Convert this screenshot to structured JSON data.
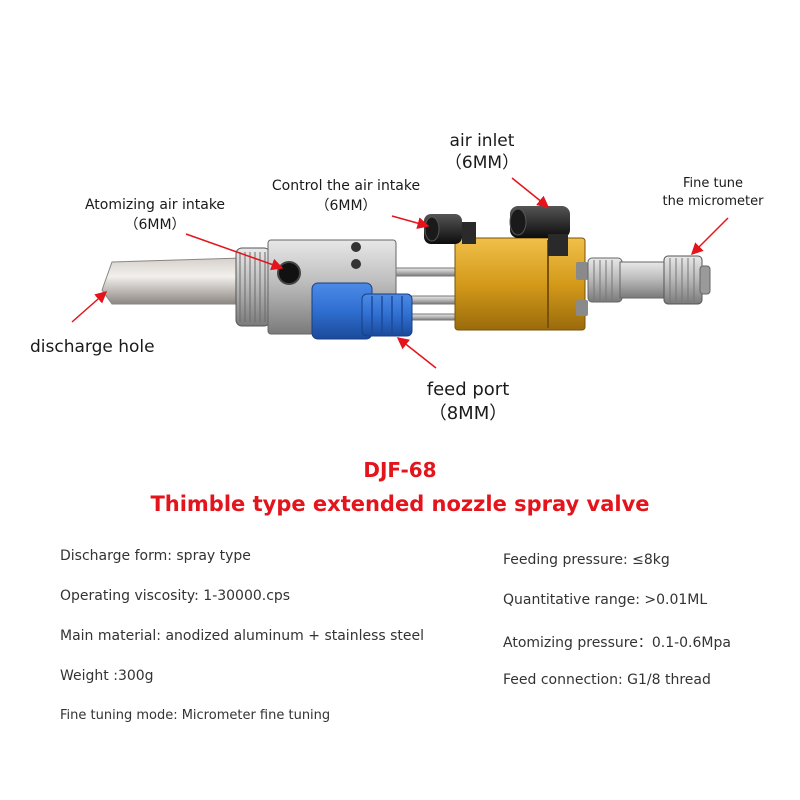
{
  "callouts": {
    "air_inlet": {
      "name": "air inlet",
      "size": "（6MM）"
    },
    "control_air": {
      "name": "Control the air intake",
      "size": "（6MM）"
    },
    "atomizing_air": {
      "name": "Atomizing air intake",
      "size": "（6MM）"
    },
    "fine_tune": {
      "line1": "Fine tune",
      "line2": "the micrometer"
    },
    "discharge_hole": {
      "name": "discharge hole"
    },
    "feed_port": {
      "name": "feed port",
      "size": "（8MM）"
    }
  },
  "product": {
    "model": "DJF-68",
    "name": "Thimble type extended nozzle spray valve"
  },
  "specs": {
    "left": [
      "Discharge form: spray type",
      "Operating viscosity: 1-30000.cps",
      "Main material: anodized aluminum + stainless steel",
      "Weight :300g",
      "Fine tuning mode: Micrometer fine tuning"
    ],
    "right": [
      "Feeding pressure: ≤8kg",
      "Quantitative range:  >0.01ML",
      "Atomizing pressure：0.1-0.6Mpa",
      "Feed connection: G1/8 thread"
    ]
  },
  "colors": {
    "title": "#e3141b",
    "arrow": "#e3141b",
    "body_gold": "#d9a21b",
    "connector_blue": "#2f6fd1",
    "steel": "#b9b9b9"
  }
}
